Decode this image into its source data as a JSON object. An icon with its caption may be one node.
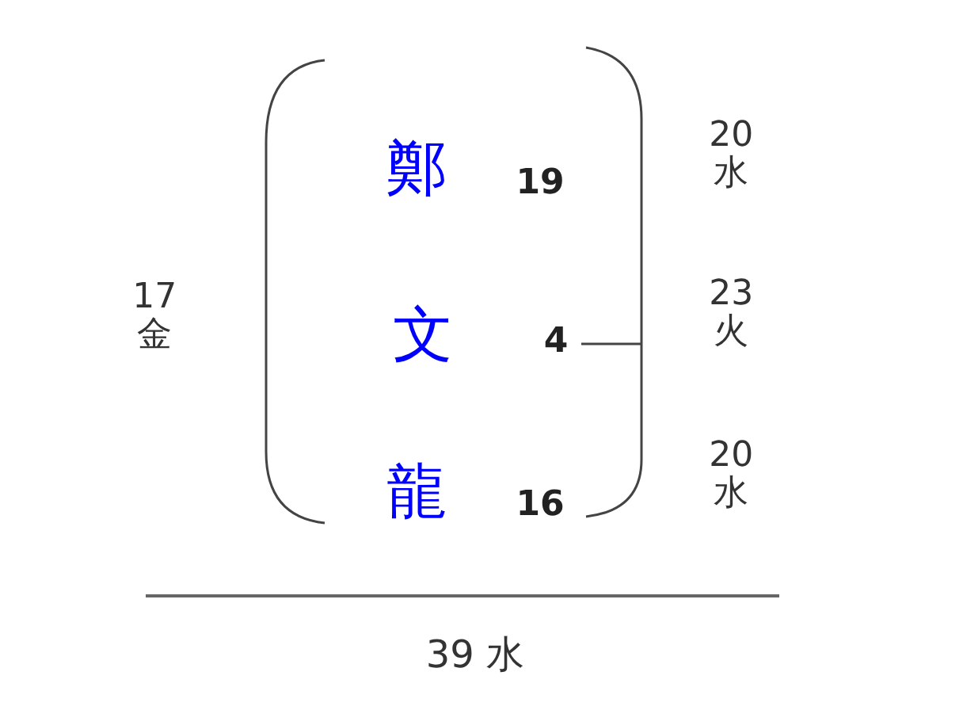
{
  "diagram": {
    "labels": [
      "鄭",
      "19",
      "20 水",
      "17 金",
      "文",
      "4",
      "23 火",
      "龍",
      "16",
      "20 水",
      "39 水"
    ]
  }
}
